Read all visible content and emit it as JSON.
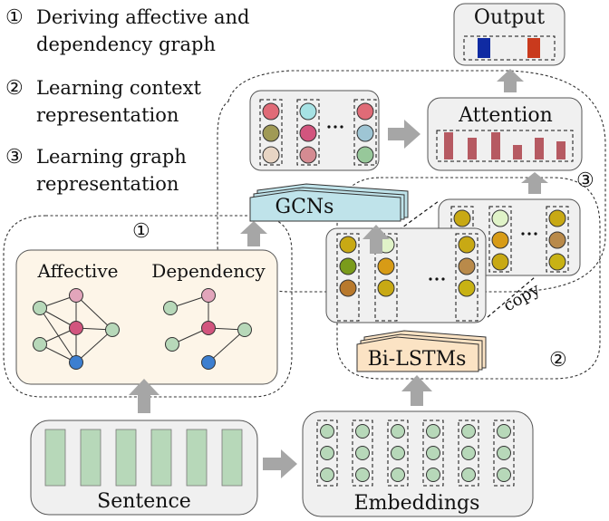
{
  "legend": {
    "step1_num": "①",
    "step1_line1": "Deriving affective and",
    "step1_line2": "dependency graph",
    "step2_num": "②",
    "step2_line1": "Learning context",
    "step2_line2": "representation",
    "step3_num": "③",
    "step3_line1": "Learning graph",
    "step3_line2": "representation"
  },
  "nodes": {
    "output": "Output",
    "attention": "Attention",
    "gcns": "GCNs",
    "bilstms": "Bi-LSTMs",
    "sentence": "Sentence",
    "embeddings": "Embeddings",
    "affective": "Affective",
    "dependency": "Dependency",
    "copy": "copy"
  },
  "region_labels": {
    "region1": "①",
    "region2": "②",
    "region3": "③"
  },
  "colors": {
    "box_fill": "#f0f0f0",
    "graph_panel_fill": "#fdf5e8",
    "gcn_fill": "#bfe3ea",
    "bilstm_fill": "#fbe3c4",
    "token_fill": "#b7d8b9",
    "node_green": "#b7d8b9",
    "node_pink": "#e2a5bb",
    "node_magenta": "#d2557e",
    "node_blue": "#3d7fd0",
    "attention_bar": "#b65a62",
    "output_blue": "#0f2aa2",
    "output_red": "#c93a1d",
    "arrow_gray": "#a6a6a6"
  }
}
